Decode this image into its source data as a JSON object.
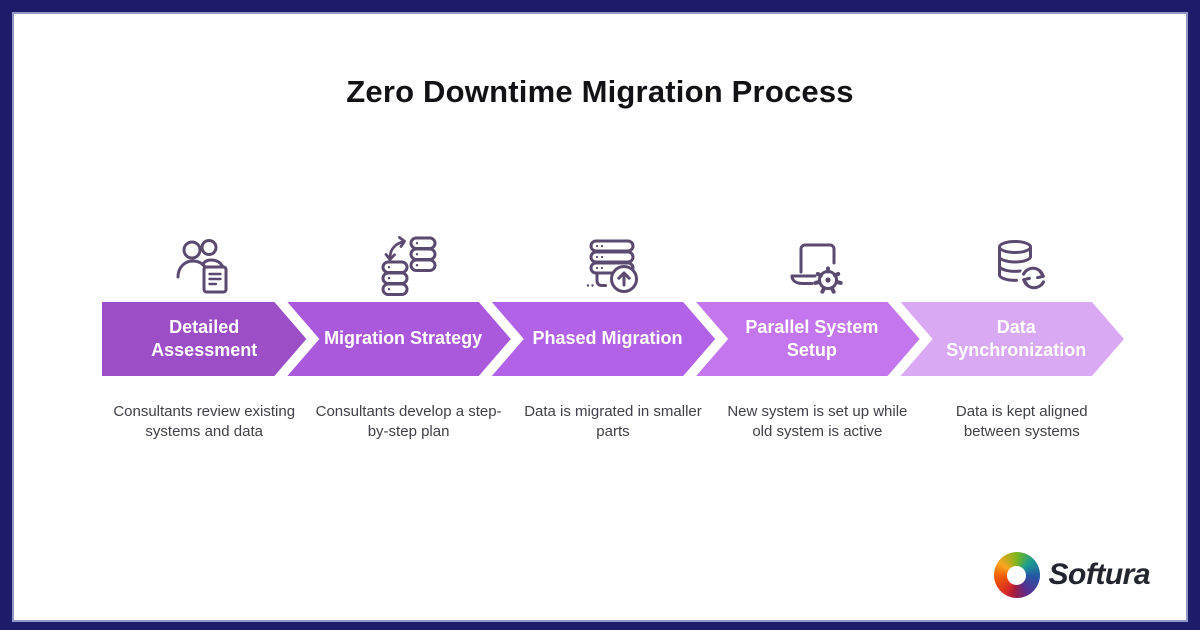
{
  "title": "Zero Downtime Migration Process",
  "steps": [
    {
      "label": "Detailed Assessment",
      "description": "Consultants review existing systems and data",
      "icon": "users-document-icon",
      "color": "#9c4ec6"
    },
    {
      "label": "Migration Strategy",
      "description": "Consultants develop a step-by-step plan",
      "icon": "servers-transfer-icon",
      "color": "#aa58dc"
    },
    {
      "label": "Phased Migration",
      "description": "Data is migrated in smaller parts",
      "icon": "server-upload-icon",
      "color": "#b262e6"
    },
    {
      "label": "Parallel System Setup",
      "description": "New system is set up while old system is active",
      "icon": "laptop-gear-icon",
      "color": "#c476ee"
    },
    {
      "label": "Data Synchronization",
      "description": "Data is kept aligned between systems",
      "icon": "database-sync-icon",
      "color": "#daa9f4"
    }
  ],
  "branding": {
    "logo_text": "Softura"
  },
  "colors": {
    "frame_border": "#1e1b6b",
    "background": "#ffffff",
    "title_text": "#121216",
    "step_label_text": "#ffffff",
    "description_text": "#40404a",
    "icon_stroke": "#5b4a70"
  }
}
